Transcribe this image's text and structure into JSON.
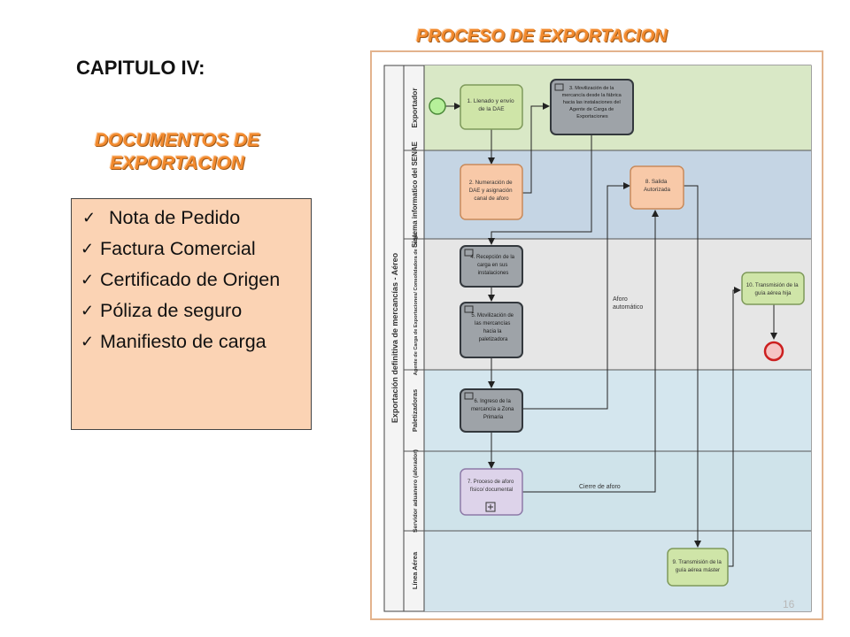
{
  "chapter": "CAPITULO IV:",
  "documents_title_line1": "DOCUMENTOS DE",
  "documents_title_line2": "EXPORTACION",
  "documents": [
    "Nota de Pedido",
    "Factura Comercial",
    "Certificado de Origen",
    "Póliza de seguro",
    "Manifiesto de carga"
  ],
  "process_title": "PROCESO DE EXPORTACION",
  "page_number": "16",
  "diagram": {
    "pool": "Exportación definitiva de mercancías - Aéreo",
    "lanes": [
      {
        "name": "Exportador",
        "color": "#d9e8c6"
      },
      {
        "name": "Sistema informatico del SENAE",
        "color": "#c5d5e4"
      },
      {
        "name": "Agente de Carga de Exportaciones/ Consolidadora de Carga",
        "color": "#e6e6e6"
      },
      {
        "name": "Paletizadoras",
        "color": "#d4e6ee"
      },
      {
        "name": "Servidor aduanero (aforador)",
        "color": "#cfe3ea"
      },
      {
        "name": "Línea Aérea",
        "color": "#d3e4ec"
      }
    ],
    "tasks": {
      "t1": "1. Llenado y envío de la DAE",
      "t2": "2. Numeración de DAE y asignación canal de aforo",
      "t3": "3. Movilización de la mercancía desde la fábrica hacia las instalaciones del Agente de Carga de Exportaciones",
      "t4": "4. Recepción de la carga en sus instalaciones",
      "t5": "5. Movilización de las mercancías hacia la paletizadora",
      "t6": "6. Ingreso de la mercancía a Zona Primaria",
      "t7": "7. Proceso de aforo físico/ documental",
      "t8": "8. Salida Autorizada",
      "t9": "9. Transmisión de la guía aérea máster",
      "t10": "10. Transmisión de la guía aérea hija"
    },
    "labels": {
      "aforo_automatico": "Aforo automático",
      "cierre_aforo": "Cierre de aforo"
    },
    "colors": {
      "green_task": "#cfe5a8",
      "grey_task": "#9ea3a8",
      "orange_task": "#f8c9a8",
      "purple_task": "#ddd3ea",
      "start_event": "#b6f09a",
      "end_event": "#f5c4c4"
    }
  }
}
